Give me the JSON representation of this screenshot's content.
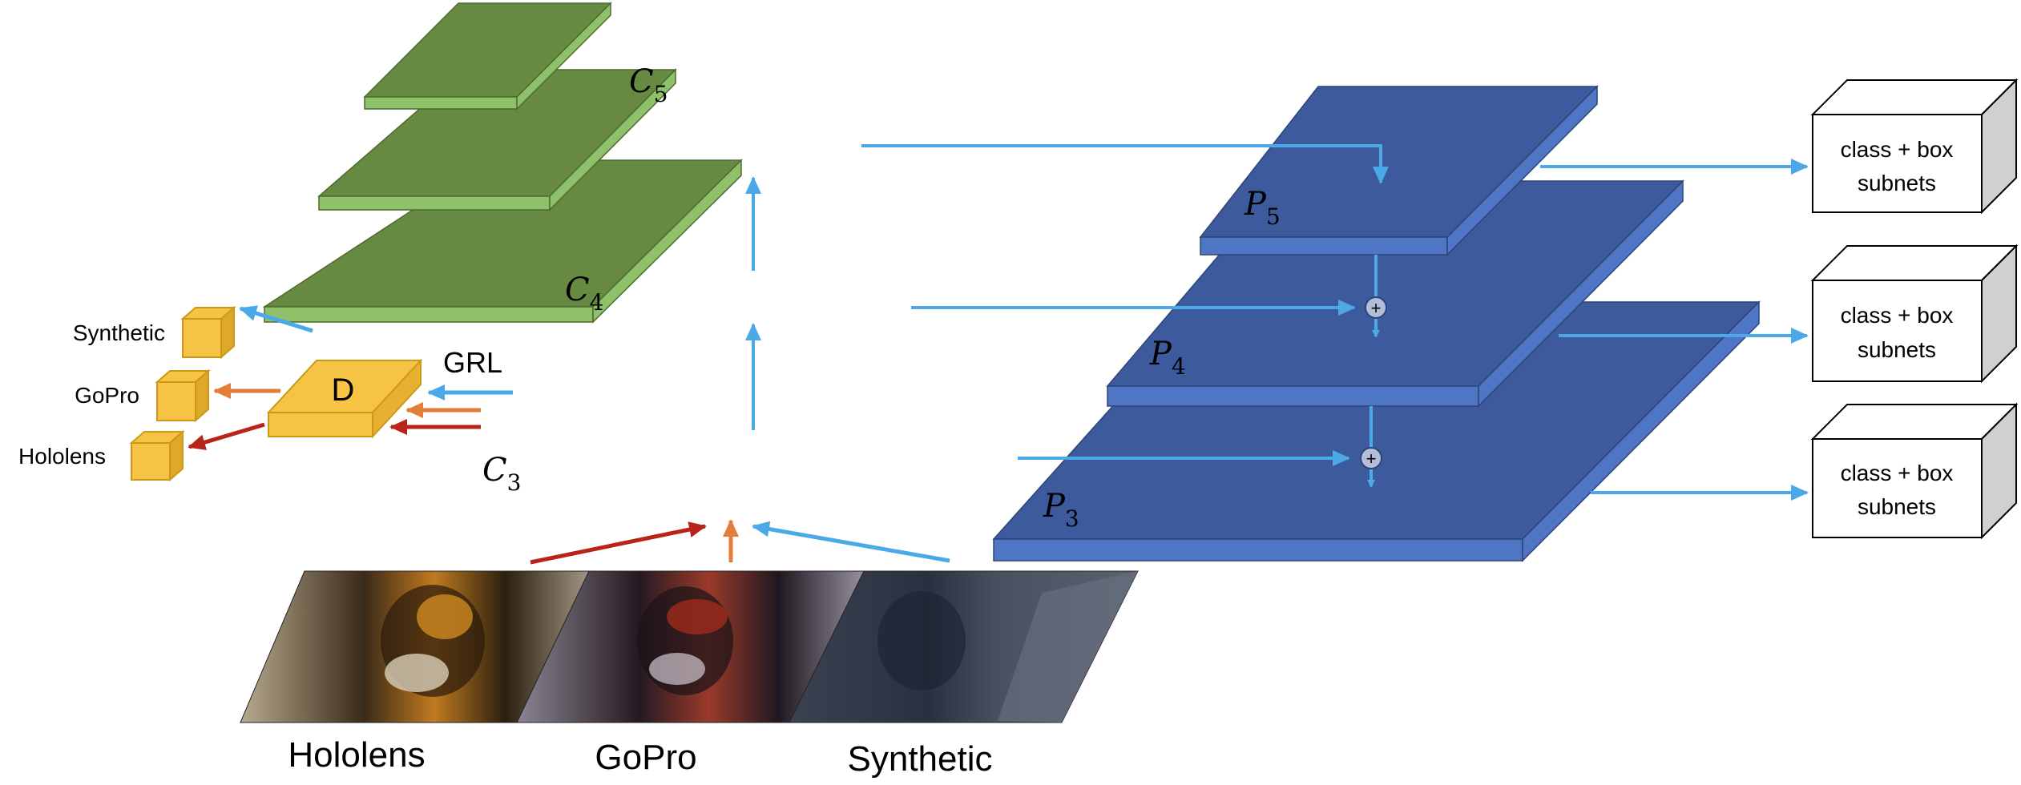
{
  "diagram": {
    "backbone_layers": [
      {
        "base": "C",
        "sub": "5"
      },
      {
        "base": "C",
        "sub": "4"
      },
      {
        "base": "C",
        "sub": "3"
      }
    ],
    "pyramid_layers": [
      {
        "base": "P",
        "sub": "5"
      },
      {
        "base": "P",
        "sub": "4"
      },
      {
        "base": "P",
        "sub": "3"
      }
    ],
    "heads": [
      {
        "line1": "class + box",
        "line2": "subnets"
      },
      {
        "line1": "class + box",
        "line2": "subnets"
      },
      {
        "line1": "class + box",
        "line2": "subnets"
      }
    ],
    "discriminator": {
      "label": "D",
      "grl_label": "GRL",
      "outputs": [
        "Synthetic",
        "GoPro",
        "Hololens"
      ]
    },
    "inputs": [
      "Hololens",
      "GoPro",
      "Synthetic"
    ],
    "plus_symbol": "+",
    "colors": {
      "backbone_top": "#678a42",
      "backbone_side": "#8fc06a",
      "pyramid_top": "#3d5a9c",
      "pyramid_side": "#4f76c5",
      "discriminator": "#f6c344",
      "arrow_blue": "#4aa9e6",
      "arrow_orange": "#e47d3a",
      "arrow_red": "#b8241c",
      "head_side": "#d0d0d0"
    }
  }
}
